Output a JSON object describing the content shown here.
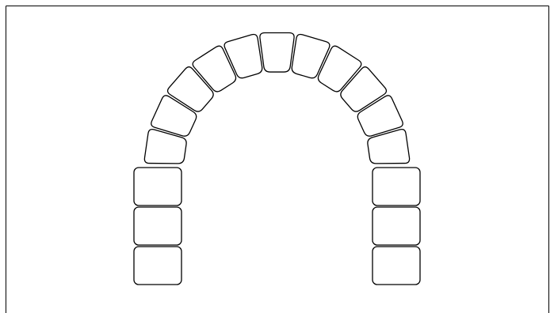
{
  "colors": {
    "background": "#ffffff",
    "stroke": "#000000",
    "block_fill": "#ffffff"
  },
  "diagram": {
    "shape": "arch",
    "left_pillar_block_count": 3,
    "right_pillar_block_count": 3,
    "arch_voussoir_count": 11
  }
}
